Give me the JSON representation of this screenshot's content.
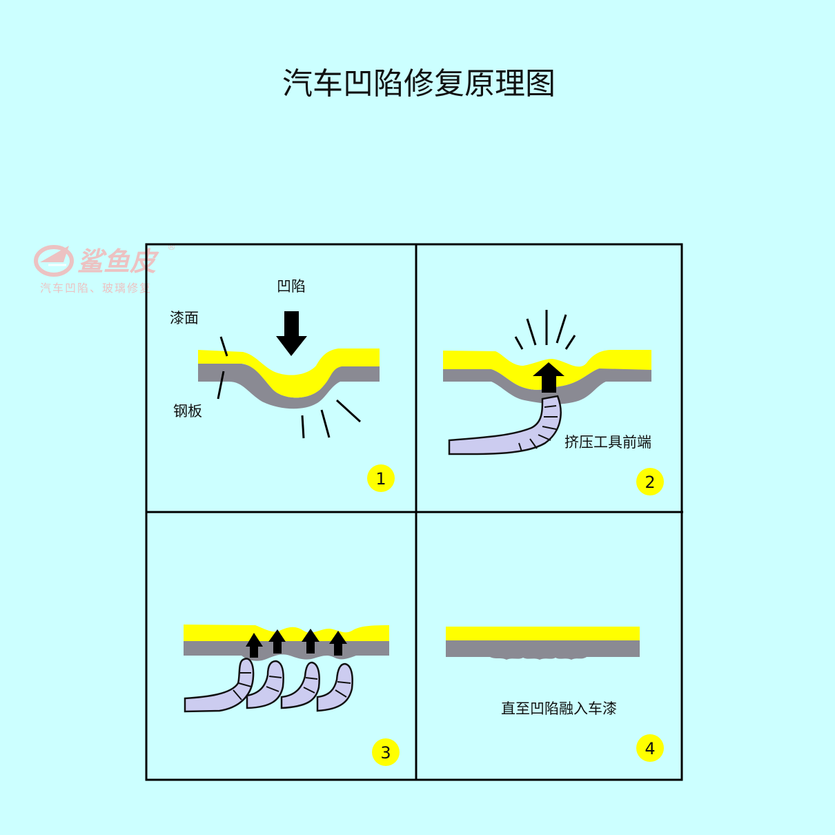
{
  "title": "汽车凹陷修复原理图",
  "watermark": {
    "brand": "鲨鱼皮",
    "registered": "®",
    "slogan": "汽车凹陷、玻璃修复"
  },
  "panels": [
    {
      "number": "1",
      "labels": {
        "dent": "凹陷",
        "paint": "漆面",
        "steel": "钢板"
      }
    },
    {
      "number": "2",
      "labels": {
        "tool": "挤压工具前端"
      }
    },
    {
      "number": "3",
      "labels": {}
    },
    {
      "number": "4",
      "labels": {
        "result": "直至凹陷融入车漆"
      }
    }
  ],
  "colors": {
    "background": "#ccffff",
    "paint_layer": "#ffff00",
    "steel_layer": "#8a8a93",
    "tool": "#ccccf0",
    "badge": "#ffff00",
    "ink": "#111111",
    "watermark": "#f2b8b8"
  }
}
